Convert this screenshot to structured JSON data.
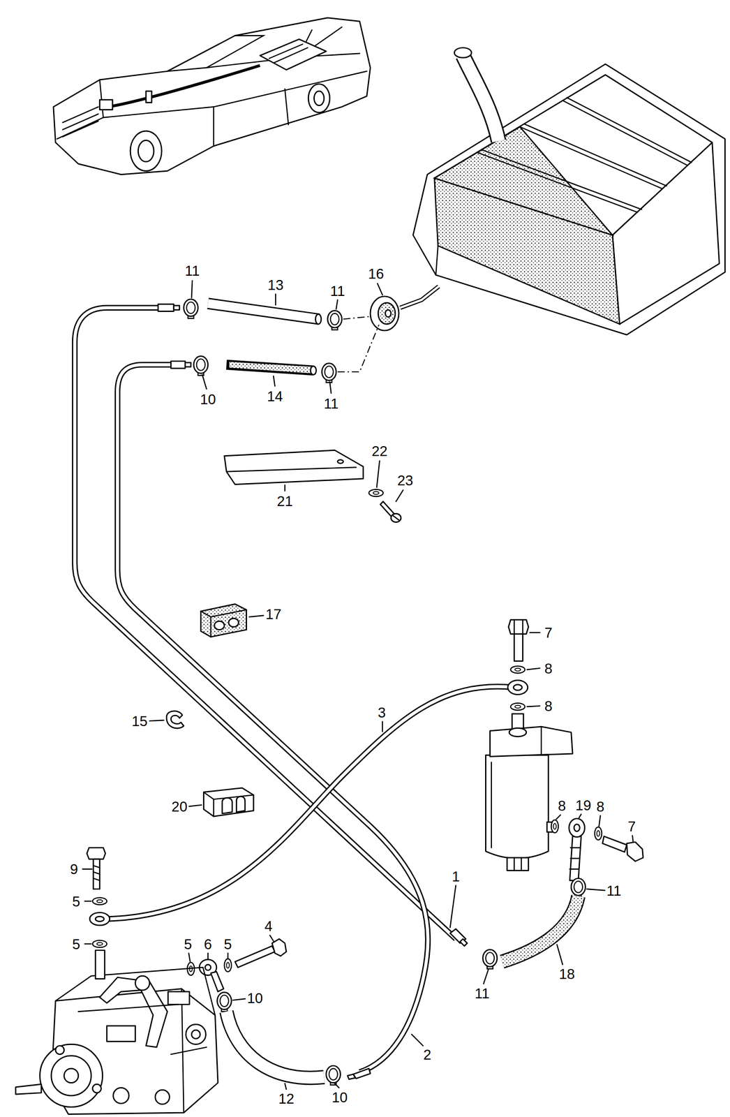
{
  "diagram": {
    "labels": [
      "11",
      "16",
      "11",
      "13",
      "10",
      "14",
      "11",
      "22",
      "23",
      "21",
      "17",
      "7",
      "8",
      "8",
      "3",
      "15",
      "8",
      "19",
      "8",
      "20",
      "7",
      "9",
      "1",
      "11",
      "5",
      "4",
      "6",
      "5",
      "5",
      "5",
      "18",
      "11",
      "10",
      "2",
      "10",
      "12"
    ]
  }
}
